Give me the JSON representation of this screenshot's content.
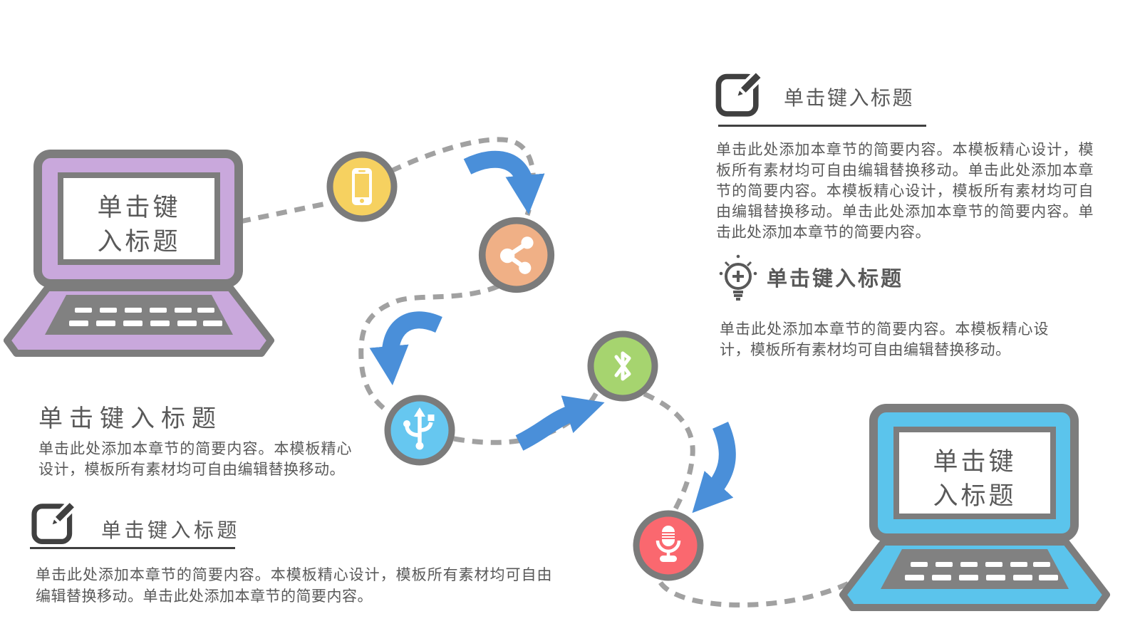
{
  "slide": {
    "background": "#FFFFFF"
  },
  "sections": {
    "top_right": {
      "icon": "edit-icon",
      "title": "单击键入标题",
      "body": "单击此处添加本章节的简要内容。本模板精心设计，模板所有素材均可自由编辑替换移动。单击此处添加本章节的简要内容。本模板精心设计，模板所有素材均可自由编辑替换移动。单击此处添加本章节的简要内容。单击此处添加本章节的简要内容。"
    },
    "middle_right": {
      "icon": "lightbulb-plus-icon",
      "title": "单击键入标题",
      "body": "单击此处添加本章节的简要内容。本模板精心设计，模板所有素材均可自由编辑替换移动。"
    },
    "middle_left": {
      "title": "单击键入标题",
      "body": "单击此处添加本章节的简要内容。本模板精心设计，模板所有素材均可自由编辑替换移动。"
    },
    "bottom_left": {
      "icon": "edit-icon",
      "title": "单击键入标题",
      "body": "单击此处添加本章节的简要内容。本模板精心设计，模板所有素材均可自由编辑替换移动。单击此处添加本章节的简要内容。"
    }
  },
  "laptops": {
    "left": {
      "screen_line1": "单击键",
      "screen_line2": "入标题",
      "body_color": "#C9A8DC"
    },
    "right": {
      "screen_line1": "单击键",
      "screen_line2": "入标题",
      "body_color": "#5BC4EC"
    }
  },
  "nodes": {
    "smartphone": {
      "icon": "smartphone-icon",
      "color": "#F6D160"
    },
    "share": {
      "icon": "share-icon",
      "color": "#F0B086"
    },
    "usb": {
      "icon": "usb-icon",
      "color": "#66C7F0"
    },
    "bluetooth": {
      "icon": "bluetooth-icon",
      "color": "#A6D46F"
    },
    "microphone": {
      "icon": "microphone-icon",
      "color": "#FA686F"
    }
  },
  "colors": {
    "text": "#595959",
    "dark_icon": "#404040",
    "dashed_line": "#A1A1A1",
    "arrow_blue": "#4A8FD9",
    "circle_outline": "#7B7B7B",
    "laptop_outline": "#7D7D7D",
    "keyboard_gray": "#818181"
  }
}
